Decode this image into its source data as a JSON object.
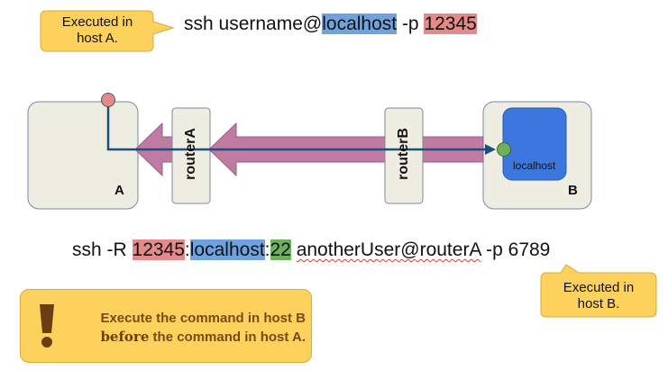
{
  "callout_top": {
    "line1": "Executed in",
    "line2": "host A."
  },
  "callout_bottom": {
    "line1": "Executed in",
    "line2": "host B."
  },
  "cmd_top": {
    "prefix": "ssh username@",
    "host": "localhost",
    "mid": " -p ",
    "port": "12345"
  },
  "cmd_bottom": {
    "prefix": "ssh -R ",
    "port": "12345",
    "sep1": ":",
    "host": "localhost",
    "sep2": ":",
    "local_port": "22",
    "space": " ",
    "user_at_router": "anotherUser@routerA",
    "suffix": " -p 6789"
  },
  "diagram": {
    "host_a_label": "A",
    "host_b_label": "B",
    "router_a_label": "routerA",
    "router_b_label": "routerB",
    "localhost_label": "localhost"
  },
  "warning": {
    "line1": "Execute the command in host B",
    "strong": "before",
    "line2_rest": " the command in host A."
  },
  "colors": {
    "callout_fill": "#fcd25d",
    "box_fill": "#eeede2",
    "tunnel_fill": "#c07ba3",
    "line": "#1f4e79",
    "dot_red": "#e48a8a",
    "dot_green": "#6fb05d",
    "localhost_fill": "#3b77dd"
  }
}
